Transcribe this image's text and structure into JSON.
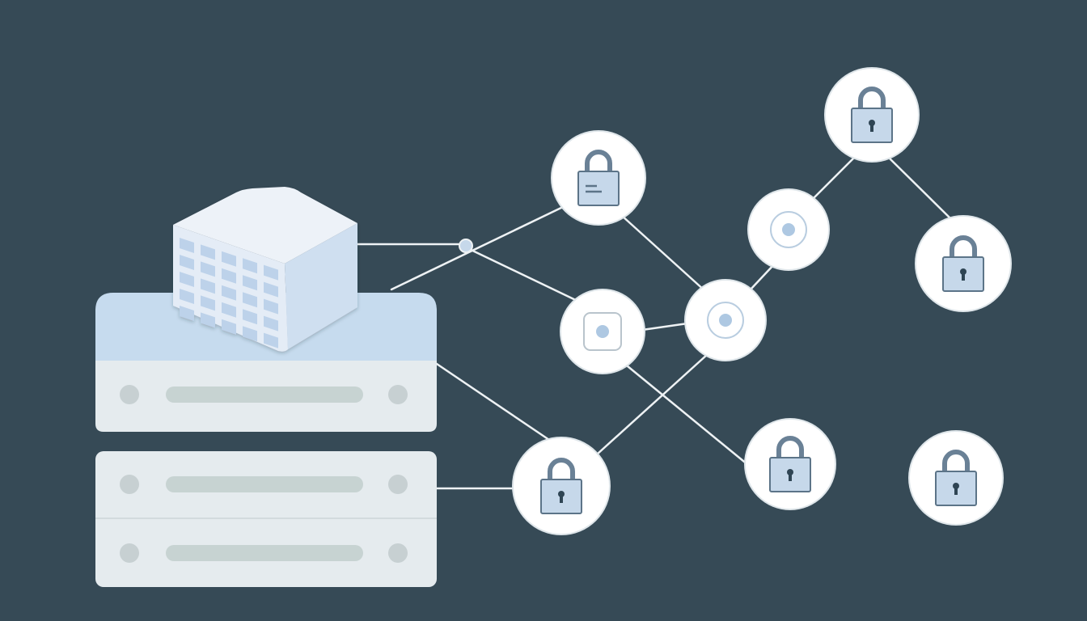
{
  "colors": {
    "background": "#364a56",
    "link": "#eef2f4",
    "node_fill": "#ffffff",
    "node_ring": "#dfe6ea",
    "lock_body": "#c6d8ea",
    "lock_stroke": "#5c7488",
    "shackle": "#6a8196",
    "keyhole": "#2f4554",
    "dot": "#aec8e2",
    "server_top": "#c6dbee",
    "server_panel": "#e5ebee",
    "server_slot": "#c7d3d2",
    "server_led": "#c7d0d2",
    "building_roof": "#edf2f8",
    "building_side": "#cfdff0",
    "building_front": "#e4ecf6",
    "window": "#bdd2ea"
  },
  "icons": {
    "padlock": "lock-icon",
    "padlock_with_dash": "lock-document-icon",
    "ring_dot": "ring-dot-icon",
    "square_dot": "square-dot-icon",
    "building": "office-building-icon",
    "server": "server-rack-icon"
  },
  "diagram": {
    "server_units": 3,
    "nodes": [
      {
        "id": "lock-top-right",
        "icon": "lock"
      },
      {
        "id": "lock-doc",
        "icon": "lock-dash"
      },
      {
        "id": "ring-upper",
        "icon": "ring"
      },
      {
        "id": "ring-center",
        "icon": "ring"
      },
      {
        "id": "square-hub",
        "icon": "square"
      },
      {
        "id": "lock-right",
        "icon": "lock"
      },
      {
        "id": "lock-bottom-left",
        "icon": "lock"
      },
      {
        "id": "lock-bottom-mid",
        "icon": "lock"
      },
      {
        "id": "lock-bottom-right",
        "icon": "lock"
      }
    ],
    "links": [
      [
        "server",
        "junction"
      ],
      [
        "junction",
        "lock-doc"
      ],
      [
        "junction",
        "square-hub"
      ],
      [
        "lock-doc",
        "ring-center"
      ],
      [
        "square-hub",
        "ring-center"
      ],
      [
        "square-hub",
        "lock-bottom-mid"
      ],
      [
        "ring-center",
        "ring-upper"
      ],
      [
        "ring-center",
        "lock-bottom-left"
      ],
      [
        "ring-upper",
        "lock-top-right"
      ],
      [
        "lock-top-right",
        "lock-right"
      ],
      [
        "server",
        "lock-bottom-left"
      ]
    ]
  }
}
